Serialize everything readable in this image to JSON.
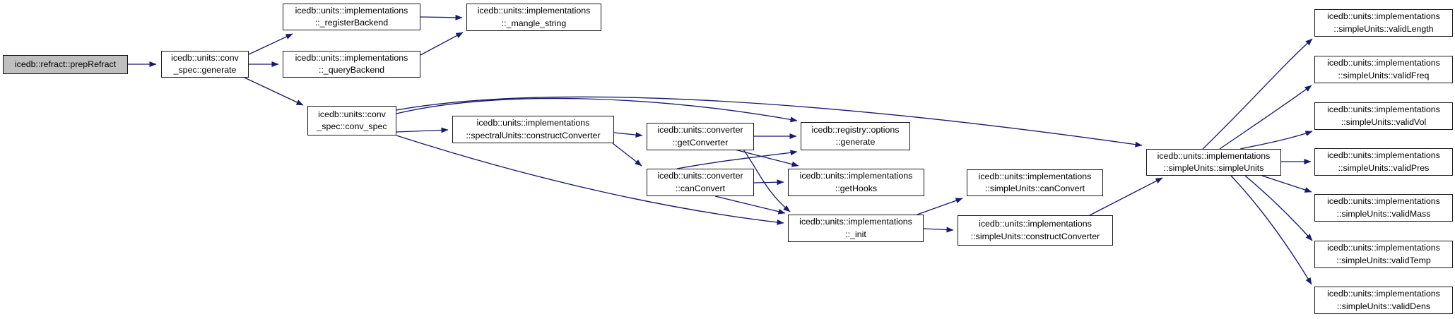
{
  "diagram": {
    "type": "call-graph",
    "edge_color": "#191970",
    "node_border_color": "#1a1a1a",
    "node_fill": "#ffffff",
    "root_node_fill": "#bfbfbf",
    "nodes": [
      {
        "id": "prepRefract",
        "label": "icedb::refract::prepRefract"
      },
      {
        "id": "generate",
        "label": "icedb::units::conv\n_spec::generate"
      },
      {
        "id": "registerBackend",
        "label": "icedb::units::implementations\n::_registerBackend"
      },
      {
        "id": "queryBackend",
        "label": "icedb::units::implementations\n::_queryBackend"
      },
      {
        "id": "mangleString",
        "label": "icedb::units::implementations\n::_mangle_string"
      },
      {
        "id": "convSpec",
        "label": "icedb::units::conv\n_spec::conv_spec"
      },
      {
        "id": "spectralConstructConverter",
        "label": "icedb::units::implementations\n::spectralUnits::constructConverter"
      },
      {
        "id": "getConverter",
        "label": "icedb::units::converter\n::getConverter"
      },
      {
        "id": "canConvert",
        "label": "icedb::units::converter\n::canConvert"
      },
      {
        "id": "optionsGenerate",
        "label": "icedb::registry::options\n::generate"
      },
      {
        "id": "getHooks",
        "label": "icedb::units::implementations\n::getHooks"
      },
      {
        "id": "init",
        "label": "icedb::units::implementations\n::_init"
      },
      {
        "id": "simpleCanConvert",
        "label": "icedb::units::implementations\n::simpleUnits::canConvert"
      },
      {
        "id": "simpleConstructConverter",
        "label": "icedb::units::implementations\n::simpleUnits::constructConverter"
      },
      {
        "id": "simpleUnitsCtor",
        "label": "icedb::units::implementations\n::simpleUnits::simpleUnits"
      },
      {
        "id": "validLength",
        "label": "icedb::units::implementations\n::simpleUnits::validLength"
      },
      {
        "id": "validFreq",
        "label": "icedb::units::implementations\n::simpleUnits::validFreq"
      },
      {
        "id": "validVol",
        "label": "icedb::units::implementations\n::simpleUnits::validVol"
      },
      {
        "id": "validPres",
        "label": "icedb::units::implementations\n::simpleUnits::validPres"
      },
      {
        "id": "validMass",
        "label": "icedb::units::implementations\n::simpleUnits::validMass"
      },
      {
        "id": "validTemp",
        "label": "icedb::units::implementations\n::simpleUnits::validTemp"
      },
      {
        "id": "validDens",
        "label": "icedb::units::implementations\n::simpleUnits::validDens"
      }
    ],
    "edges": [
      {
        "from": "prepRefract",
        "to": "generate"
      },
      {
        "from": "generate",
        "to": "registerBackend"
      },
      {
        "from": "generate",
        "to": "queryBackend"
      },
      {
        "from": "generate",
        "to": "convSpec"
      },
      {
        "from": "registerBackend",
        "to": "mangleString"
      },
      {
        "from": "queryBackend",
        "to": "mangleString"
      },
      {
        "from": "convSpec",
        "to": "spectralConstructConverter"
      },
      {
        "from": "convSpec",
        "to": "optionsGenerate"
      },
      {
        "from": "convSpec",
        "to": "simpleUnitsCtor"
      },
      {
        "from": "convSpec",
        "to": "init"
      },
      {
        "from": "spectralConstructConverter",
        "to": "getConverter"
      },
      {
        "from": "spectralConstructConverter",
        "to": "canConvert"
      },
      {
        "from": "getConverter",
        "to": "optionsGenerate"
      },
      {
        "from": "getConverter",
        "to": "getHooks"
      },
      {
        "from": "getConverter",
        "to": "init"
      },
      {
        "from": "canConvert",
        "to": "optionsGenerate"
      },
      {
        "from": "canConvert",
        "to": "getHooks"
      },
      {
        "from": "canConvert",
        "to": "init"
      },
      {
        "from": "init",
        "to": "simpleCanConvert"
      },
      {
        "from": "init",
        "to": "simpleConstructConverter"
      },
      {
        "from": "simpleConstructConverter",
        "to": "simpleUnitsCtor"
      },
      {
        "from": "simpleUnitsCtor",
        "to": "validLength"
      },
      {
        "from": "simpleUnitsCtor",
        "to": "validFreq"
      },
      {
        "from": "simpleUnitsCtor",
        "to": "validVol"
      },
      {
        "from": "simpleUnitsCtor",
        "to": "validPres"
      },
      {
        "from": "simpleUnitsCtor",
        "to": "validMass"
      },
      {
        "from": "simpleUnitsCtor",
        "to": "validTemp"
      },
      {
        "from": "simpleUnitsCtor",
        "to": "validDens"
      }
    ]
  }
}
